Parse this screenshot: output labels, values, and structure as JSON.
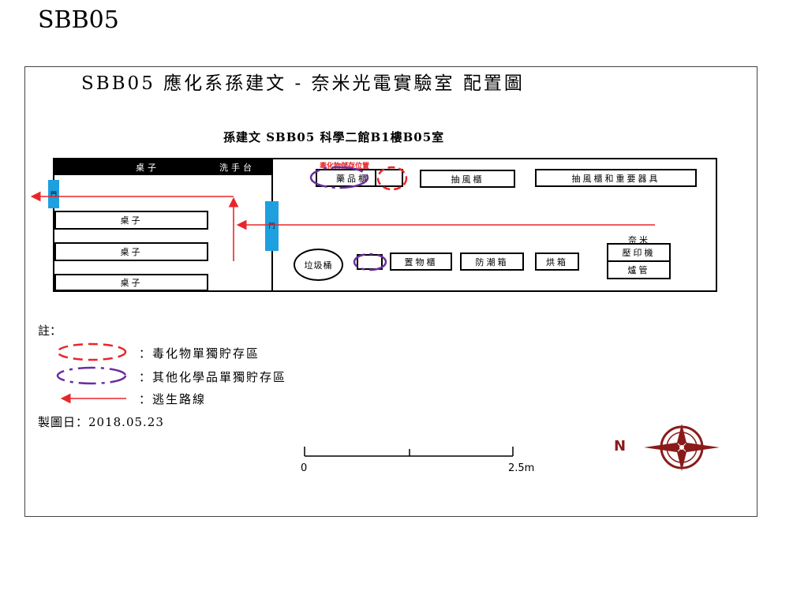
{
  "slide_title": "SBB05",
  "diagram": {
    "title": "SBB05  應化系孫建文 - 奈米光電實驗室 配置圖",
    "subtitle": "孫建文  SBB05  科學二館B1樓B05室",
    "left_room": {
      "header_table": "桌子",
      "sink": "洗手台",
      "tables": [
        "桌子",
        "桌子",
        "桌子"
      ],
      "door_left": "門",
      "door_middle": "門"
    },
    "right_room": {
      "toxic_storage_label": "毒化物儲存位置",
      "chemical_cabinet": "藥品櫃",
      "fume_hood": "抽風櫃",
      "fume_hood_equipment": "抽風櫃和重要器具",
      "trash_can": "垃圾桶",
      "storage_cabinet": "置物櫃",
      "dry_cabinet": "防潮箱",
      "oven": "烘箱",
      "nano_label": "奈米",
      "imprinter": "壓印機",
      "furnace": "爐管"
    },
    "legend": {
      "heading": "註：",
      "items": [
        {
          "label": "：毒化物單獨貯存區",
          "color": "#e8262a",
          "style": "dashed-ellipse"
        },
        {
          "label": "：其他化學品單獨貯存區",
          "color": "#6a2f9e",
          "style": "dashdot-ellipse"
        },
        {
          "label": "：逃生路線",
          "color": "#e8262a",
          "style": "arrow"
        }
      ]
    },
    "date": "製圖日：2018.05.23",
    "scale": {
      "start": "0",
      "end": "2.5m"
    },
    "compass": {
      "label": "N",
      "color": "#8b1a1a"
    },
    "colors": {
      "door": "#1ea0e0",
      "escape_route": "#e8262a",
      "other_chemicals": "#6a2f9e"
    }
  }
}
